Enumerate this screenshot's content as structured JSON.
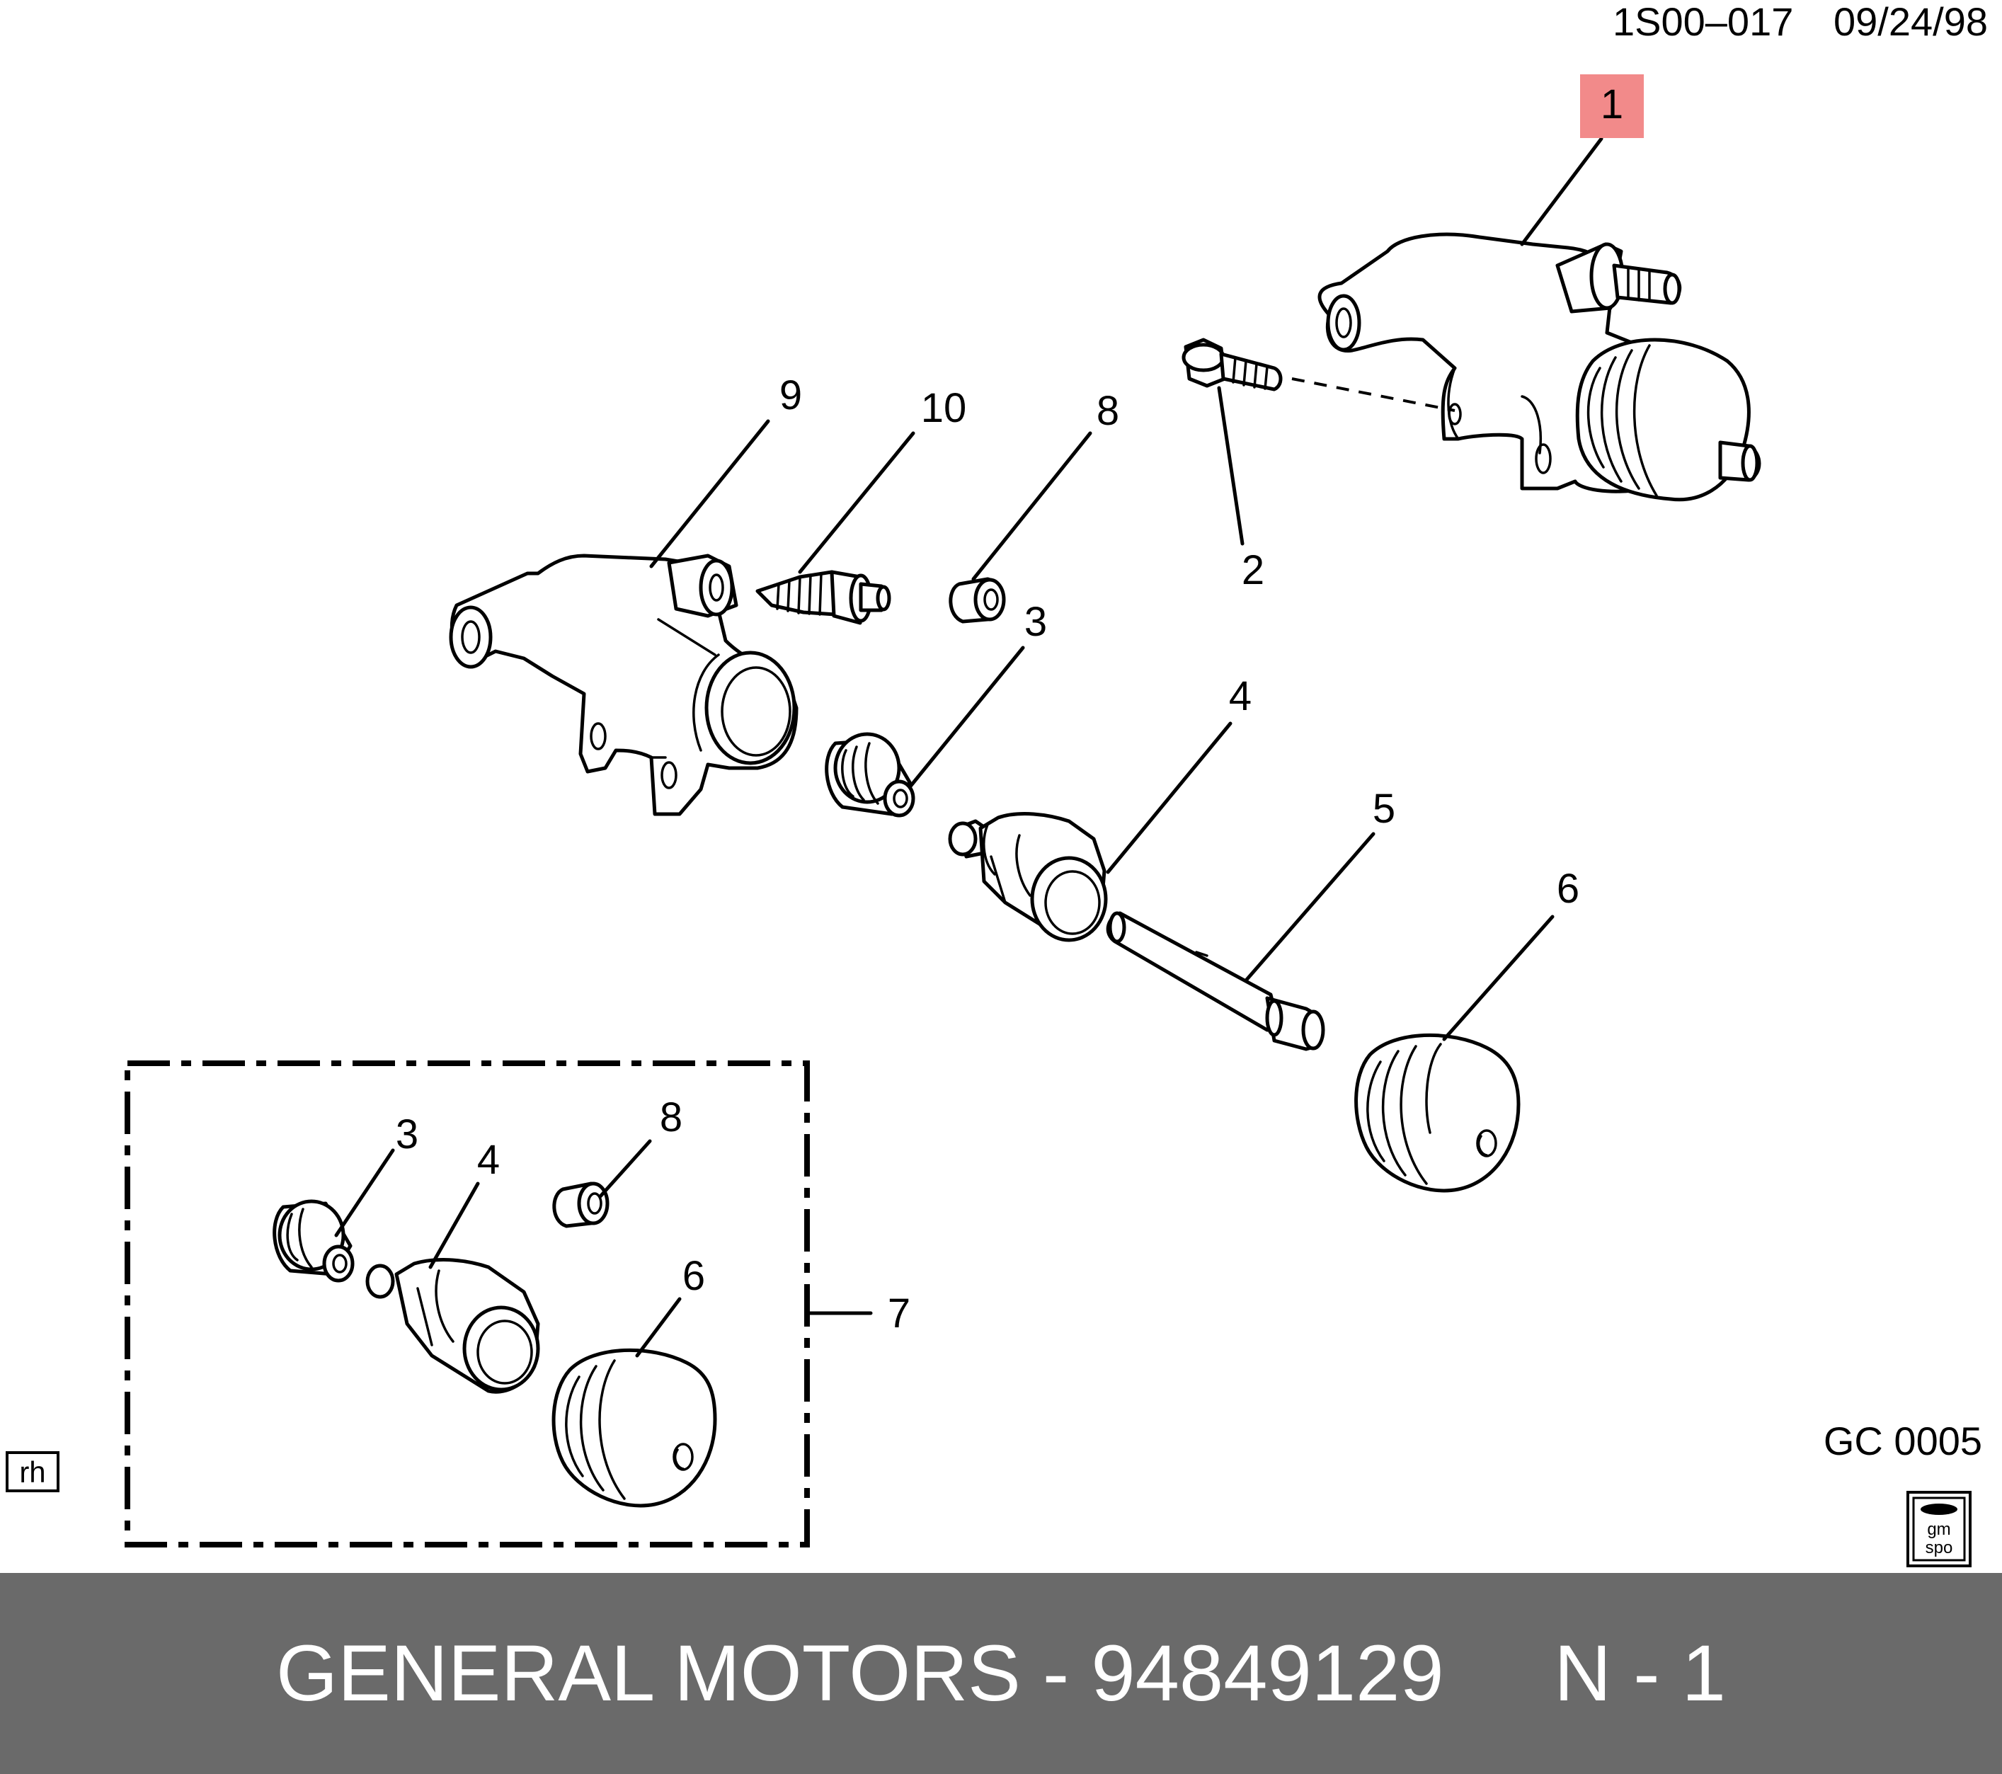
{
  "header": {
    "code": "1S00–017",
    "date": "09/24/98"
  },
  "diagram": {
    "callouts": {
      "c1": "1",
      "c2": "2",
      "c3a": "3",
      "c4a": "4",
      "c5": "5",
      "c6a": "6",
      "c7": "7",
      "c8a": "8",
      "c9": "9",
      "c10": "10",
      "c3b": "3",
      "c4b": "4",
      "c6b": "6",
      "c8b": "8"
    },
    "highlight_color": "#f28a8a",
    "view_label": "rh",
    "figure_code": "GC 0005",
    "logo": {
      "top": "gm",
      "bottom": "spo"
    }
  },
  "footer": {
    "text": "GENERAL MOTORS - 94849129     N - 1"
  }
}
